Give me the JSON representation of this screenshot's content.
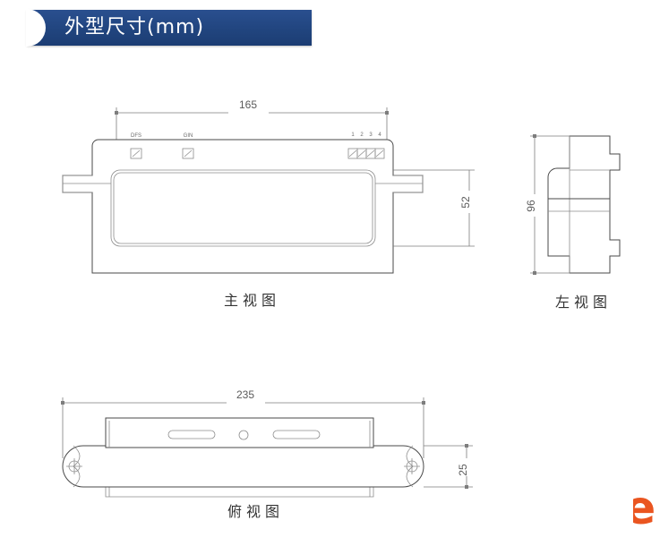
{
  "banner": {
    "title": "外型尺寸(mm)",
    "accent_color": "#21457f",
    "text_color": "#ffffff"
  },
  "captions": {
    "front_view": "主视图",
    "left_view": "左视图",
    "top_view": "俯视图"
  },
  "front_view": {
    "width_dim": "165",
    "height_dim": "52",
    "terminal_labels": [
      "1",
      "2",
      "3",
      "4"
    ],
    "port_labels": [
      "DFS",
      "GIN"
    ]
  },
  "left_view": {
    "height_dim": "96"
  },
  "top_view": {
    "width_dim": "235",
    "depth_dim": "25"
  },
  "logo": {
    "glyph": "e",
    "color": "#ea5520"
  },
  "chart_data": {
    "type": "table",
    "title": "外型尺寸(mm)",
    "categories": [
      "主视图",
      "左视图",
      "俯视图"
    ],
    "series": [
      {
        "name": "主视图",
        "values": [
          165,
          52
        ]
      },
      {
        "name": "左视图",
        "values": [
          96
        ]
      },
      {
        "name": "俯视图",
        "values": [
          235,
          25
        ]
      }
    ],
    "annotations": [
      "DFS",
      "GIN",
      "1",
      "2",
      "3",
      "4"
    ],
    "xlabel": "",
    "ylabel": "mm"
  }
}
